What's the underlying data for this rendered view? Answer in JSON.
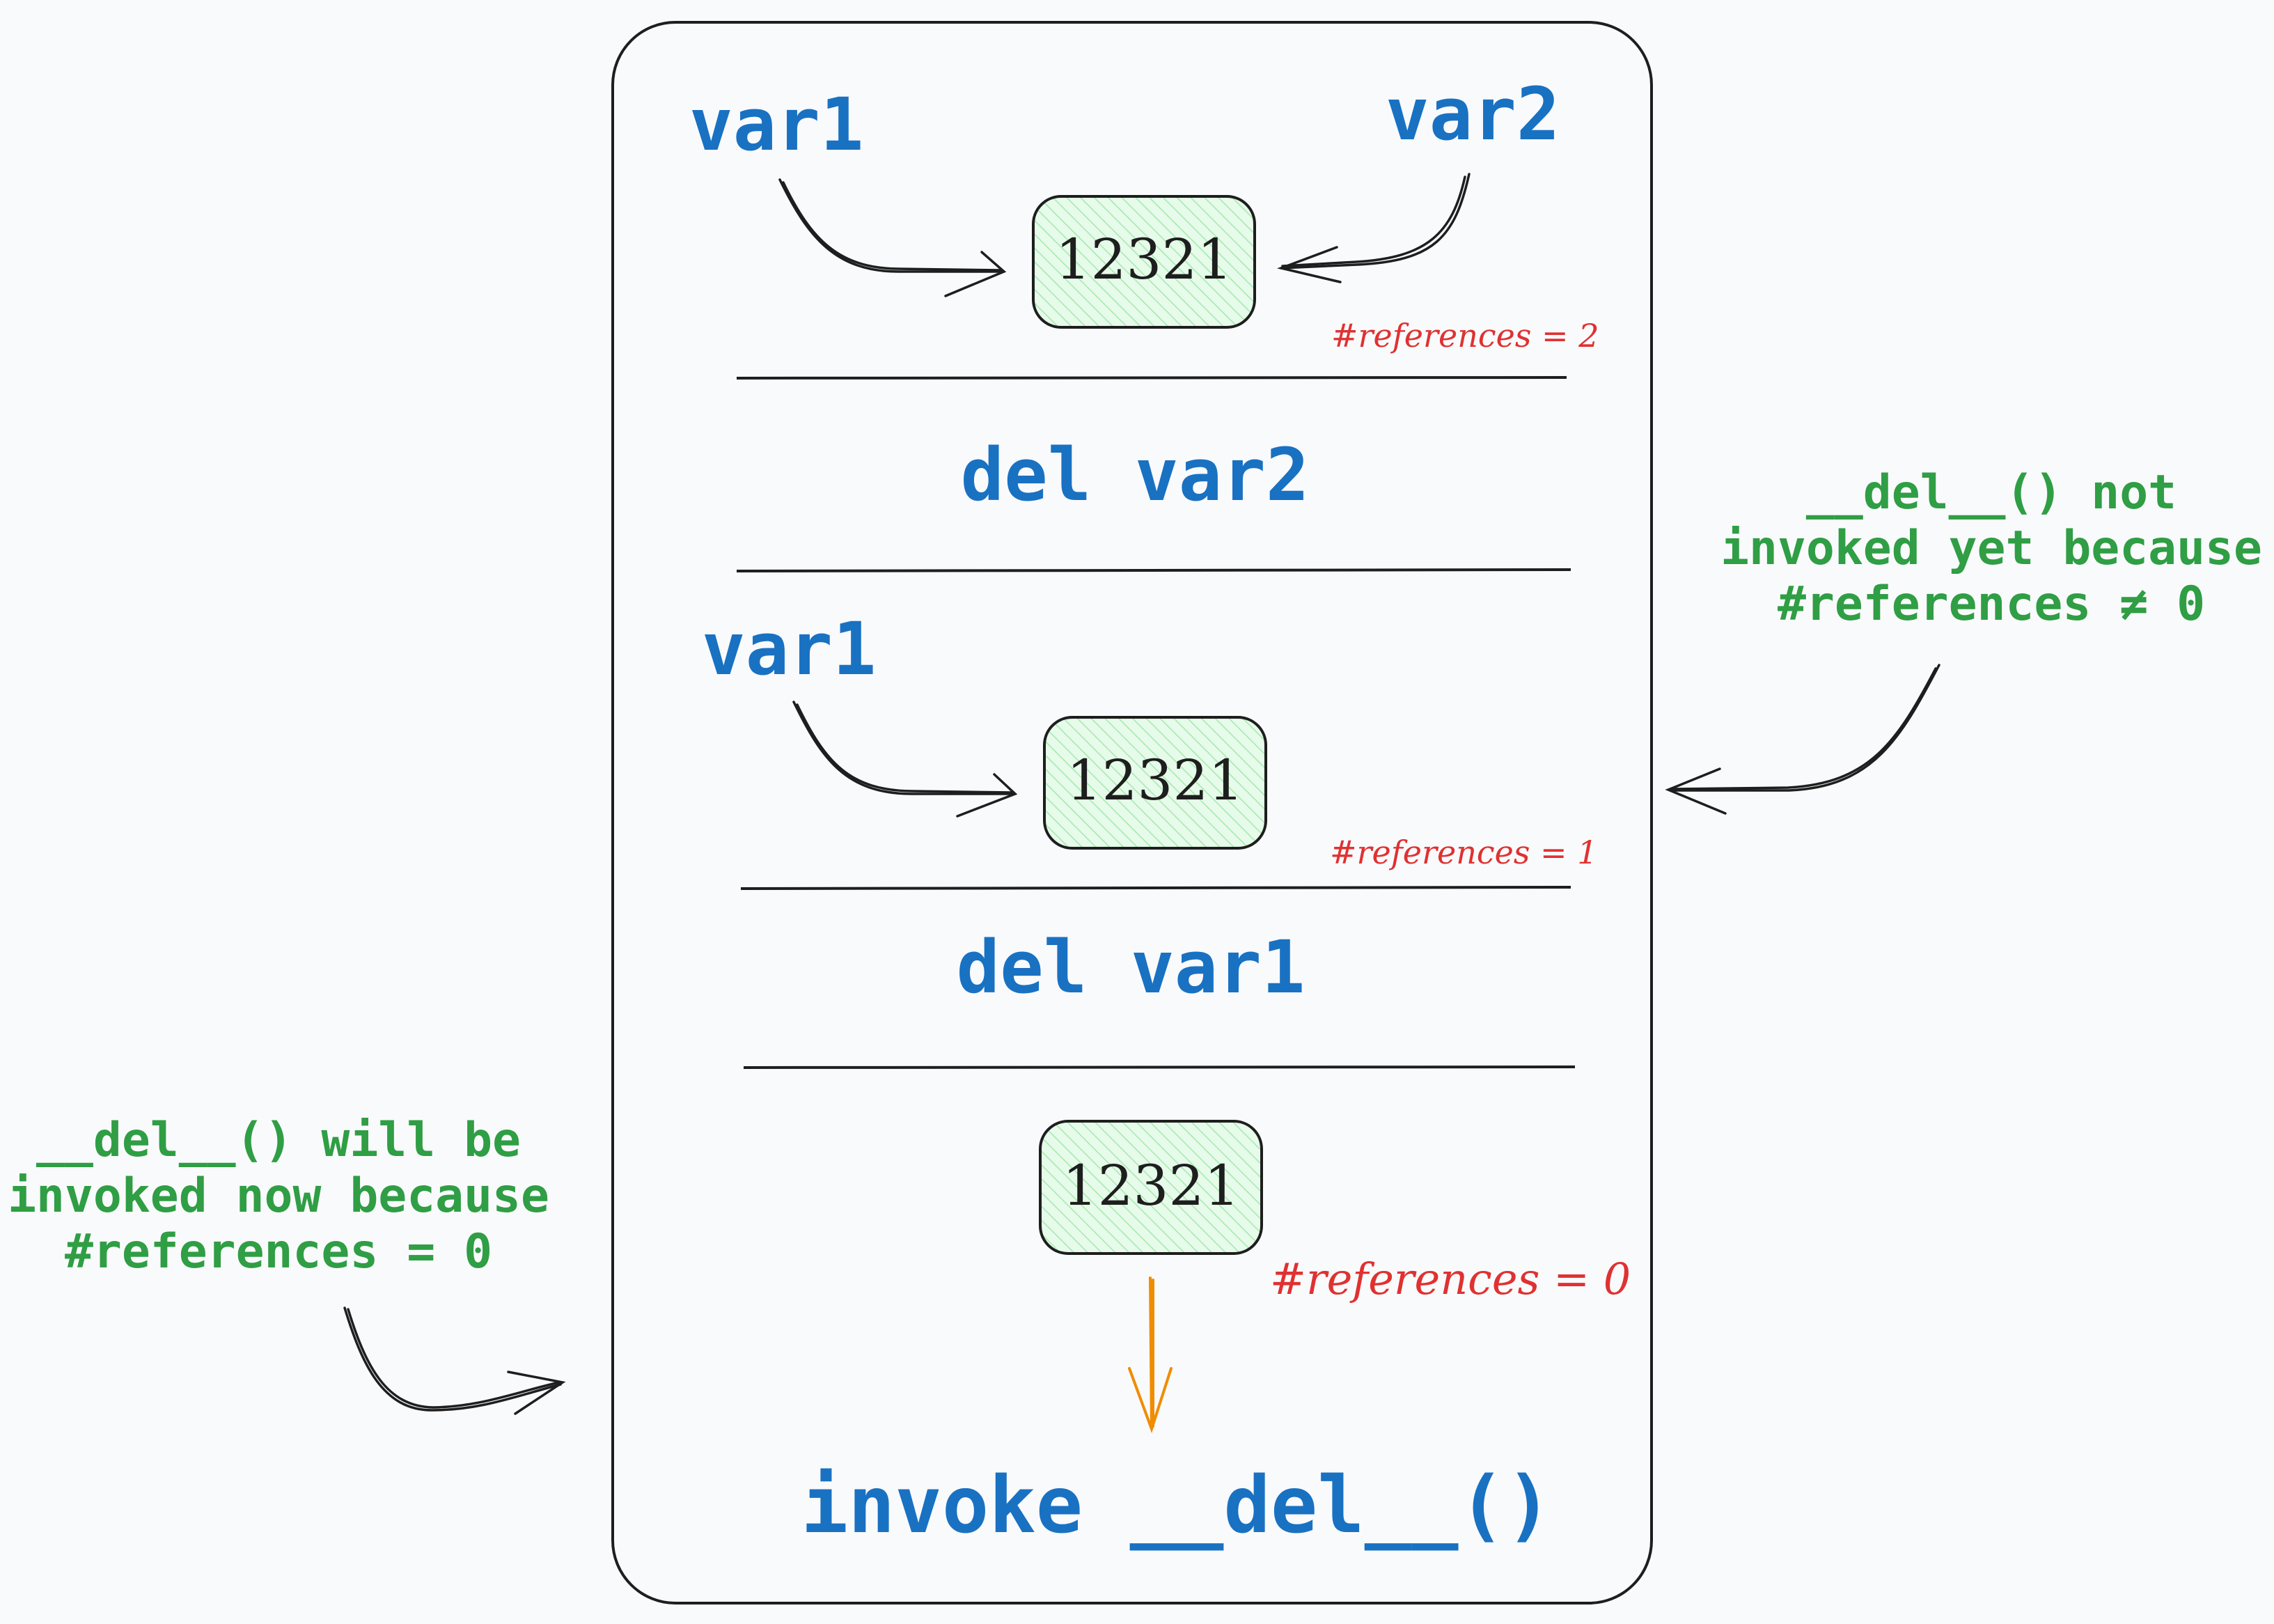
{
  "colors": {
    "ink": "#1e1e1e",
    "code_blue": "#1971c2",
    "note_green": "#2f9e44",
    "ref_red": "#e03131",
    "arrow_orange": "#f08c00",
    "value_fill": "#d3f9d8"
  },
  "stage1": {
    "left_var": "var1",
    "right_var": "var2",
    "value": "12321",
    "ref_count": "#references = 2"
  },
  "step1": "del var2",
  "stage2": {
    "left_var": "var1",
    "value": "12321",
    "ref_count": "#references = 1"
  },
  "step2": "del var1",
  "stage3": {
    "value": "12321",
    "ref_count": "#references = 0",
    "action": "invoke __del__()"
  },
  "note_right": {
    "lines": [
      "__del__() not",
      "invoked yet because",
      "#references ≠ 0"
    ]
  },
  "note_left": {
    "lines": [
      "__del__() will be",
      "invoked now because",
      "#references = 0"
    ]
  }
}
